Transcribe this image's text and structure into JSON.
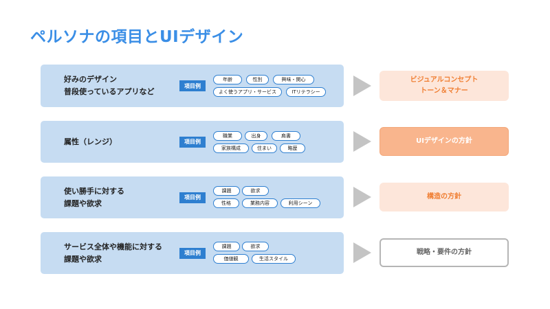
{
  "title": "ペルソナの項目とUIデザイン",
  "example_badge": "項目例",
  "rows": [
    {
      "label_lines": [
        "好みのデザイン",
        "普段使っているアプリなど"
      ],
      "tags": [
        "年齢",
        "性別",
        "興味・関心",
        "よく使うアプリ・サービス",
        "ITリテラシー"
      ]
    },
    {
      "label_lines": [
        "属性（レンジ）"
      ],
      "tags": [
        "職業",
        "出身",
        "肩書",
        "家族構成",
        "住まい",
        "略歴"
      ]
    },
    {
      "label_lines": [
        "使い勝手に対する",
        "課題や欲求"
      ],
      "tags": [
        "課題",
        "欲求",
        "性格",
        "業務内容",
        "利用シーン"
      ]
    },
    {
      "label_lines": [
        "サービス全体や機能に対する",
        "課題や欲求"
      ],
      "tags": [
        "課題",
        "欲求",
        "価値観",
        "生活スタイル"
      ]
    }
  ],
  "results": [
    {
      "lines": [
        "ビジュアルコンセプト",
        "トーン＆マナー"
      ]
    },
    {
      "lines": [
        "UIデザインの方針"
      ]
    },
    {
      "lines": [
        "構造の方針"
      ]
    },
    {
      "lines": [
        "戦略・要件の方針"
      ]
    }
  ],
  "colors": {
    "title": "#3a8ee6",
    "row_background": "#c6dcf2",
    "badge": "#2e7fd0",
    "result_light": "#fde6da",
    "result_highlight": "#f9b58d",
    "result_text": "#f07f33"
  }
}
